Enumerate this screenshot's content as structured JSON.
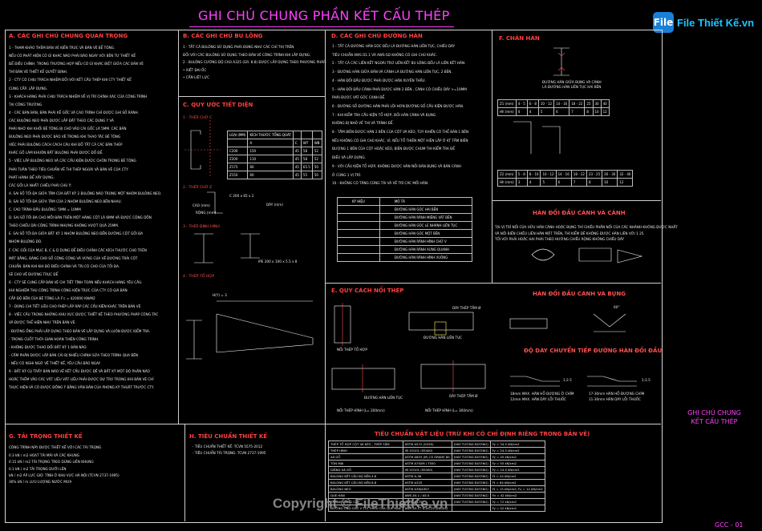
{
  "title": "GHI CHÚ CHUNG PHẦN KẾT CẤU THÉP",
  "logo": {
    "mark": "File",
    "name": "File Thiết Kế.vn"
  },
  "copyright": "Copyright © FileThietKe.vn",
  "sheet": {
    "label_line1": "GHI CHÚ CHUNG",
    "label_line2": "KẾT CẤU THÉP",
    "number": "GCC - 01"
  },
  "sections": {
    "a": {
      "heading": "A. CÁC GHI CHÚ CHUNG QUAN TRỌNG",
      "lines": [
        "1 -   THAM KHẢO THÊM BẢN VẼ KIẾN TRÚC VÀ BẢN VẼ BỂ TÔNG.",
        "       NẾU CÓ PHÁT HIỆN CÓ GÌ KHÁC NÀO PHẢI BÁO NGAY VỚI BÊN TƯ THIẾT KẾ",
        "       ĐỂ ĐIỀU CHỈNH. TRONG TRƯỜNG HỢP NẾU CÓ GÌ KHÁC BIỆT GIỮA CÁC BẢN VẼ",
        "       THÌ BẢN VẼ THIẾT KẾ QUYẾT ĐỊNH.",
        "2 -   CTY CÓ CHỊU TRÁCH NHIỆM ĐỐI VỚI KẾT CẤU THÉP KHI CTY THIẾT KẾ",
        "       CUNG CẤP, LẮP DỰNG.",
        "3 -   KHÁCH HÀNG PHẢI CHỊU TRÁCH NHIỆM VỀ VỊ TRÍ CHÍNH XÁC CỦA CÔNG TRÌNH",
        "       TẠI CÔNG TRƯỜNG.",
        "4 -   CÁC BẢN BẢN, BẢN PHẢI KẾ GỐC VÀ CAO TRÌNH CHỈ ĐƯỢC GHI SỐ RẢNH.",
        "       CÁC BULÔNG NEO PHẢI ĐƯỢC LẮP ĐẶT THEO CÁC DỤNG Y VÀ",
        "       PHẢI NHỜ KHI KHỐI BÊ TÔNG BỊ CHÓ VÀO CÁI GỐC LÀ 5MM. CÁC BẢN",
        "       BULÔNG NEO PHẢI ĐƯỢC BẢO VỆ TRONG KHI THAO TÁC BÊ TÔNG",
        "       VIỆC PHẢI BULÔNG CÁCH CÁCH CÁU KHI ĐỔ TẤT CẢ CÁC BẢN THÉP",
        "       KHÁC GỐ LÀM KHUÔN BẤT BULÔNG PHẢI ĐƯỢC ĐỔ ĐỂ.",
        "5 -   VIỆC LẮP BULÔNG NEO VÀ CÁC CẤU KIỆN ĐƯỢC CHÔN TRONG BÊ TÔNG",
        "       PHẢI TUÂN THEO TIÊU CHUẨN VỀ THI THÉP NGOÀI VÀ BẢN VẼ CỦA CTY",
        "       PHÁT HÀNH ĐỂ XÂY DỰNG.",
        "       CÁC GỐI LÀ NHẤT CHIỀU PHẢI CHÚ Ý:",
        "       A. SAI SỐ TỐI ĐA GIỮA TÂM CỦA BẤT KỲ 2 BULÔNG NÀO TRONG MỘT NHÓM BULÔNG NEO.",
        "       B. SAI SỐ TỐI ĐA GIỮA TÂM CỦA 2 NHÓM BULÔNG NEO BÊN NHAU.",
        "       C. CAO TRÌNH ĐẦU BULÔNG: 5MM = 10MM",
        "       D. SAI SỐ TỐI ĐA CHO MỖI BẢN TRÊN MỘT HÀNG CỘT LÀ 6MM VÀ ĐƯỢC CỘNG DỒN",
        "       THEO CHIỀU DÀI CÔNG TRÌNH NHƯNG KHÔNG VƯỢT QUÁ 25MM.",
        "       E. SAI SỐ TỐI ĐA GIỮA BẤT KỲ 1 NHÓM BULÔNG NEO ĐẾN ĐƯỜNG CỘT GỐI ĐA",
        "       NHÓM BULÔNG ĐÓ.",
        "       F. CÁC GỐI CỦA MỤC B, C & D DUNG ĐỂ ĐIỀU CHỈNH CÁC KÍCH THƯỚC CHO TRÊN",
        "       MẶT BẰNG, BẢNG CHO SỐ CÔNG CÓNG VÀ VỪNG CỦA VỀ ĐƯỜNG TRẢI CỘT",
        "       CHUẨN. BẢN KHI KHI ĐÓ ĐIỀU CHỈNH VÀ TRỊ CÓ CHO CỦA TỐI ĐA.",
        "       SẼ CHO VỀ ĐƯỜNG TRỤC ĐỂ.",
        "6 -   CTY SẼ CUNG CẤP BẢN VẼ CHI TIẾT TÍNH TOÁN NẾU KHÁCH HÀNG YÊU CẦU.",
        "       KHI NGHIỆM THU CÔNG TRÌNH CÔNG KIỆN TRÚC CỦA CTY CÓ GIÁ BÁN",
        "       CẤP ĐỘ BỀN CỦA BÊ TÔNG LÀ F'c = 420000 KN/M2",
        "7 -   DÙNG CHI TIẾT LIÊU CHO PHÉP LẮP RÁP CÁC CẤU KIỆN KHÁC TRÊN BẢN VẼ.",
        "8 -   VIỆC CẮU TRONG NHỮNG KHU VỰC ĐƯỢC THIẾT KẾ THEO PHƯƠNG PHÁP CÔNG TÁC",
        "       VÀ ĐƯỢC THỂ HIỆN NHƯ TRÊN BẢN VẼ.",
        "       - ĐƯỜNG ỐNG PHẢI LẮP DỰNG THEO BẢN VẼ LẮP DỰNG VÀ LUÔN ĐƯỢC KIỂM TRA.",
        "       - TRONG CUỐT THỜI GIAN HOÀN THIỆN CÔNG TRÌNH.",
        "       - KHÔNG ĐƯỢC THAO ĐỔI BẤT KỲ 1 BẢN NÀO.",
        "       - CẤM PHÂN ĐƯỢC LẬP BẢN CẢI BỊ NHIỀU CHÍNH SỬA THEO TRÌNH QUA BÊN",
        "       - NẾU CÓ NGHI NGỜ VỀ THIẾT KẾ, YÊU CẦU BÁO NGAY.",
        "9 -   BẤT KỲ CỤ TRẤY BẢN NÀO VỀ KẾT CẤU ĐƯỢC ĐỀ VÀ BẤT KỲ MỘT ĐỘ PHẦN NÀO",
        "       HOẶC THÊM VÀO CÁC VẬT LIỆU VẬT LIỆU PHẢI ĐƯỢC DỰ TRÙ TRONG KHI BẢN VẼ CHỈ",
        "       THỰC HIỆN VÀ CÓ ĐƯỢC ĐỒNG Ý BẰNG VĂN BẢN CỦA PHÒNG KỸ THUẬT TRƯỚC CTY."
      ]
    },
    "b": {
      "heading": "B. CÁC GHI CHÚ BU LÔNG",
      "lines": [
        "1 - TẤT CẢ BULÔNG SỬ DỤNG PHẢI ĐÚNG NHƯ CÁC CHỈ THỊ TRÊN",
        "     ĐỐI VỚI CÁC BULÔNG SỬ DỤNG THEO BẢN VẼ CÔNG TRÌNH KHI LẮP DỰNG.",
        "2 - BULÔNG CƯỜNG ĐỘ CAO A325 (GR. 8.8) ĐƯỢC LẮP DỰNG THEO PHƯƠNG PHÁP:",
        "     • XIẾT ĐAI ỐC",
        "     • CẤN LIỆT LỰC"
      ]
    },
    "c": {
      "heading": "C. QUY ƯỚC TIẾT DIỆN",
      "items": [
        "1 - THÉP CHỮ C",
        "2 - THÉP CHỮ Z",
        "3 - THÉP ĐỊNH HÌNH",
        "4 - THÉP TỔ HỢP"
      ],
      "table": {
        "header": [
          "LOẠI (MM)",
          "KÍCH THƯỚC TỔNG QUÁT"
        ],
        "sub": [
          "",
          "A",
          "C",
          "WT",
          "WB"
        ],
        "rows": [
          [
            "C200",
            "150",
            "45",
            "58",
            "52"
          ],
          [
            "Z200",
            "110",
            "45",
            "58",
            "52"
          ],
          [
            "Z175",
            "60",
            "45",
            "65.5",
            "50"
          ],
          [
            "Z150",
            "60",
            "45",
            "55",
            "50"
          ]
        ]
      },
      "labels": {
        "cz": "C 200 x 65 x 2",
        "cao": "CAO (mm)",
        "rong": "RỘNG (mm)",
        "day": "DÀY (mm)",
        "ipe": "IPE 200 x 100 x 5.5 x 8",
        "thk": "H(Y) = 3"
      }
    },
    "d": {
      "heading": "D. CÁC GHI CHÚ ĐƯỜNG HÀN",
      "lines": [
        "1 -   TẤT CẢ ĐƯỜNG HÀN GÓC ĐỀU LÀ ĐƯỜNG HÀN LIÊN TỤC, CHIỀU DÀY",
        "        TIÊU CHUẨN AWS D1.1 VÀ AWS-SD KHÔNG CÓ GHI CHÚ KHÁC.",
        "2 -   TẤT CẢ CÁC LIÊN KẾT NGOÀI TRỪ LIÊN KẾT BU LÔNG ĐỀU LÀ LIÊN KẾT HÀN.",
        "3 -   ĐƯỜNG HÀN GIỮA BẢN VÀ CÁNH LÀ ĐƯỜNG HÀN LIÊN TỤC, 2 BÊN.",
        "4 -   HÀN ĐỐI ĐẦU ĐƯỢC PHẢI ĐƯỢC HÀN XUYÊN THẤU.",
        "5 -   HÀN ĐỐI ĐẦU CÁNH PHẢI ĐƯỢC HÀN 2 BÊN , CÁNH CÓ CHIỀU DÀY >=10MM",
        "        PHẢI ĐƯỢC VÁT GÓC CẠNH ĐỂ.",
        "6 -   ĐƯỜNG SỐ ĐƯỜNG HÀN PHẢI LÕI HƠN ĐƯỜNG SỐ CẤU KIỆN ĐƯỢC HÀN.",
        "7 -   KHI KIỂM TRA CẤU KIỆN TỔ HỢP, ĐỐI HÀN CÁNH VÀ BỤNG",
        "        KHÔNG BỊ NHỎ VỀ THI VÀ TRÌNH ĐỂ.",
        "8 -   TẤM BIÊN ĐƯỢC HÀN 2 BÊN CỦA CỘT VÀ KÈO, TÙY KHIẾN CÓ THỂ BẢN 1 BÊN",
        "        NẾU KHÔNG CÓ GHI CHÚ KHÁC. VÌ, NẾU TỔ THIÊN MỘT HIỆN LẮP Ở KT TẤM BIÊN",
        "        ĐƯỢNG 1 BÊN CỦA CỘT HOẶC KÈO, BIÊN ĐƯỢC CHÙM THI KIỂM TRA ĐỂ",
        "        ĐIỀU VÀ LẮP DỰNG.",
        "9 -   VỚI CẤU KIỆN TỔ HỢP, KHÔNG ĐƯỢC HÀN NỐI BẢN BỤNG VÀ BẢN CÁNH",
        "        Ở CÙNG 1 VỊ TRÍ.",
        "10 -  KHÔNG CÓ TĂNG CÙNG TẢI VÀ VỀ TRÍ CÁC MỐI HÀN."
      ],
      "symbol_table": {
        "header": [
          "KÝ HIỆU",
          "MÔ TẢ"
        ],
        "rows": [
          "ĐƯỜNG HÀN GÓC HAI BÊN",
          "ĐƯỜNG HÀN RÃNH MIỆNG VÁT BÊN",
          "ĐƯỜNG HÀN GÓC LE NHÁNH LIÊN TỤC",
          "ĐƯỜNG HÀN GÓC MỘT BÊN",
          "ĐƯỜNG HÀN RÃNH HÌNH CHỮ V",
          "ĐƯỜNG HÀN RÃNH XUNG QUANH",
          "ĐƯỜNG HÀN RÃNH HÌNH VUÔNG"
        ]
      }
    },
    "e": {
      "heading": "E. QUY CÁCH NỐI THÉP",
      "labels": {
        "noi_lk": "NỐI THÉP TỔ HỢP",
        "hlt": "ĐƯỜNG HÀN LIÊN TỤC",
        "dtt": "DÀY THÉP TẤM   Ø",
        "noi_hinh": "NỐI THÉP HÌNH (L= 200mm)",
        "noi_hinh2": "NỐI THÉP HÌNH (L= 300mm)"
      }
    },
    "f": {
      "heading": "F. CHÂN HÀN",
      "caption": "ĐƯỜNG HÀN GIỮA BỤNG VÀ CÁNH\nLÀ ĐƯỜNG HÀN LIÊN TỤC HAI BÊN",
      "table1": [
        [
          "Z1 (mm)",
          "4 - 5",
          "6 - 8",
          "10 - 12",
          "14 - 16",
          "18 - 22",
          "25",
          "30",
          "40"
        ],
        [
          "Hh (mm)",
          "4",
          "4",
          "5",
          "6",
          "7",
          "8",
          "10",
          "12"
        ]
      ],
      "table2": [
        [
          "Z2 (mm)",
          "5 - 8",
          "8 - 10",
          "10 - 12",
          "14 - 16",
          "18 - 22",
          "23 - 25",
          "26 - 30",
          "32 - 40"
        ],
        [
          "Hh (mm)",
          "3",
          "4",
          "5",
          "6",
          "7",
          "8",
          "10",
          "12"
        ]
      ]
    },
    "butt_web": {
      "heading": "HÀN ĐỐI ĐẦU CÁNH VÀ CÁNH",
      "lines": [
        "TẠI VỊ TRÍ NỐI CỦA HỮU HÀN CÁNH HOẶC BỤNG THÌ CHIỀU PHẦN NỐI CỦA CÁC NHÁNH KHÔNG ĐƯỢC NHẤT",
        "VÀ NỐI BIẾN CHIỀU LIÊN HÀN MẶT TRÊN, THÌ KIỂM ĐỀ KHÔNG ĐƯỢC HÀN LIÊN VỚI 1 25",
        "TỐI VỚI PHẢI HOẶC HAI PHẢI THEO HƯỚNG CHIỀU RỘNG KHÔNG CHIỀU DÀY"
      ]
    },
    "butt_flange": {
      "heading": "HÀN ĐỐI ĐẦU CÁNH VÀ BỤNG",
      "angle": "60°"
    },
    "thickness": {
      "heading": "ĐỘ DÀY CHUYỂN TIẾP ĐƯỜNG HÀN ĐỐI ĐẦU",
      "left": [
        "18mm MAX. HÀN HỖ ĐƯỢNG Ở CHÍM",
        "12mm MAX. HÀN DÀY LỖI THUỐC"
      ],
      "right": [
        "17-30mm HÀN HỖ ĐƯỢNG CHÍM",
        "11-30mm HÀN DÀY LỖI THUỐC"
      ],
      "slope": "1:2.5"
    },
    "g": {
      "heading": "G. TẢI TRỌNG THIẾT KẾ",
      "intro": "CÔNG TRÌNH NÀY ĐƯỢC THIẾT KẾ VỚI CÁC TẢI TRỌNG",
      "lines": [
        "0.3    kN / m2   HOẠT TẢI MÁI VÀ CÁC KHUNG",
        "0.15   kN / m2   TẢI TRỌNG TREO DÙNG LIÊN KHUNG",
        "0.1    kN / m2   TẢI TRỌNG DƯỠI LÊN",
        "          kN / m2   ÁP LỰC GIÓ: TÍNH Ở KHU VỰC HÀ NỘI (TCVN 2737-1995)",
        "30%   kN / m     LƯU LƯỢNG NƯỚC MƯA"
      ]
    },
    "h": {
      "heading": "H. TIÊU CHUẨN THIẾT KẾ",
      "lines": [
        "- TIÊU CHUẨN THIẾT KẾ:          TCVN 5575-2012",
        "- TIÊU CHUẨN TẢI TRỌNG:         TCVN 2737-1995"
      ]
    },
    "materials": {
      "heading": "TIÊU CHUẨN VẬT LIỆU (TRỪ KHI CÓ CHỈ ĐỊNH RIÊNG TRONG BẢN VẼ)",
      "rows": [
        [
          "THÉP TỔ HỢP CỘT VÀ KÈO , THÉP TẤM",
          "ASTM A572 (G345)",
          "(HAY TƯƠNG ĐƯƠNG)",
          "Fy = 34.5 kN/cm2"
        ],
        [
          "THÉP HÌNH",
          "JIS G3101 (SS400)",
          "(HAY TƯƠNG ĐƯƠNG)",
          "Fy = 24.5 kN/cm2"
        ],
        [
          "XÀ GỒ",
          "ASTM A653 (M) CS GRADE 80",
          "(HAY TƯƠNG ĐƯƠNG)",
          "Fy = 45 kN/cm2"
        ],
        [
          "TÔN MÁI",
          "ASTM A792M / T550",
          "(HAY TƯƠNG ĐƯƠNG)",
          "Fy = 55 kN/cm2"
        ],
        [
          "GIẰNG XÀ GỒ",
          "JIS G3101 (SS400)",
          "(HAY TƯƠNG ĐƯƠNG)",
          "Fy = 24.5 kN/cm2"
        ],
        [
          "BULÔNG KẾT CẤU ĐỘ BỀN 4.6",
          "ASTM A-36",
          "(HAY TƯƠNG ĐƯƠNG)",
          "Ft = 24 kN/cm2"
        ],
        [
          "BULÔNG KẾT CẤU ĐỘ BỀN 8.8",
          "ASTM A325",
          "(HAY TƯƠNG ĐƯƠNG)",
          "Ft = 64 kN/cm2"
        ],
        [
          "BULÔNG NEO",
          "ASTM A36/A307",
          "(HAY TƯƠNG ĐƯƠNG)",
          "Ft = 15 kN/cm2; Fv = 12 kN/cm2"
        ],
        [
          "QUE HÀN",
          "AWS A5.1 / A5.5",
          "(HAY TƯƠNG ĐƯƠNG)",
          "Fv = 42 kN/cm2"
        ],
        [
          "THANH GIẰNG CÁP",
          "ASTM A475",
          "(HAY TƯƠNG ĐƯƠNG)",
          "Fy = 72 kN/cm2"
        ],
        [
          "ĐƯỜNG ỐNG CHỮ V TỐI THIỂU CỦA QUE HÀN",
          "AWS A5.17 & A5.20 (E60XX)",
          "",
          "Fy = 42 kN/cm2"
        ]
      ]
    }
  },
  "colors": {
    "background": "#000000",
    "title": "#ff40ff",
    "heading": "#ff4040",
    "frame": "#d8d8d8",
    "symbol": "#ffff60"
  }
}
